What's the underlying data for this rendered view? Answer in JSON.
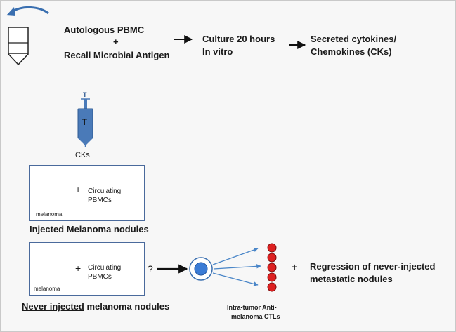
{
  "top_row": {
    "pbmc_line1": "Autologous PBMC",
    "plus": "+",
    "pbmc_line2": "Recall Microbial Antigen",
    "culture_line1": "Culture 20 hours",
    "culture_line2": "In vitro",
    "secreted_line1": "Secreted cytokines/",
    "secreted_line2": "Chemokines (CKs)"
  },
  "syringe": {
    "letter_top": "T",
    "letter_body": "T",
    "label": "CKs"
  },
  "injected_panel": {
    "plus": "+",
    "cells_line1": "Circulating",
    "cells_line2": "PBMCs",
    "tumor_label": "melanoma",
    "caption": "Injected Melanoma nodules"
  },
  "never_panel": {
    "plus": "+",
    "cells_line1": "Circulating",
    "cells_line2": "PBMCs",
    "tumor_label": "melanoma",
    "caption_underlined": "Never injected",
    "caption_rest": " melanoma nodules",
    "question": "?"
  },
  "effect": {
    "ctl_line1": "Intra-tumor  Anti-",
    "ctl_line2": "melanoma  CTLs",
    "plus": "+",
    "result_line1": "Regression of never-injected",
    "result_line2": "metastatic nodules"
  },
  "colors": {
    "syringe_blue": "#4a7ab8",
    "panel_border": "#4a6a9c",
    "tumor_tan": "#c9b996",
    "tumor_core": "#4a4a3c",
    "lymphocyte_blue": "#3a7bd5",
    "ctl_red": "#dd2020"
  }
}
